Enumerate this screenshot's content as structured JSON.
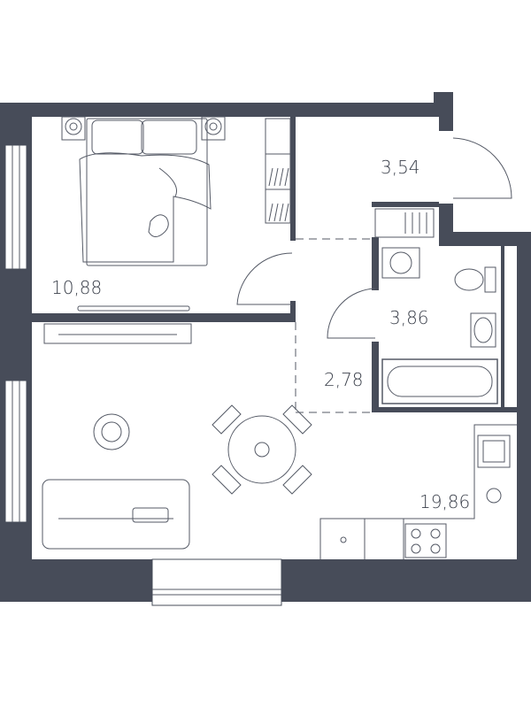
{
  "plan": {
    "colors": {
      "wall": "#474c59",
      "line": "#555a66",
      "background": "#ffffff"
    },
    "rooms": [
      {
        "id": "bedroom",
        "area": "10,88"
      },
      {
        "id": "hallway",
        "area": "3,54"
      },
      {
        "id": "bathroom",
        "area": "3,86"
      },
      {
        "id": "corridor",
        "area": "2,78"
      },
      {
        "id": "kitchen-living",
        "area": "19,86"
      }
    ]
  }
}
